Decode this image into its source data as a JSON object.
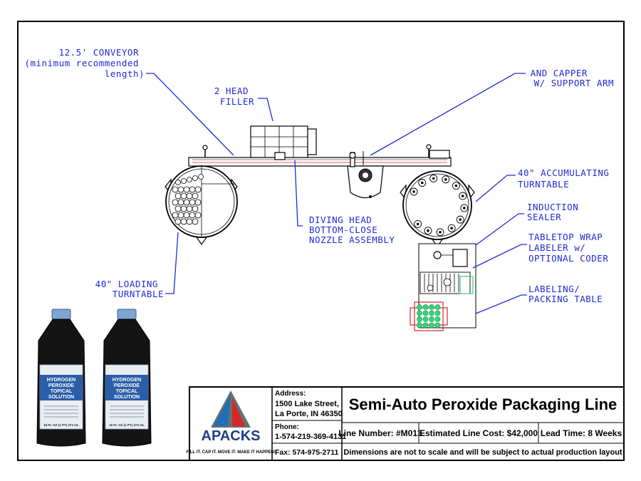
{
  "callouts": {
    "conveyor": [
      "12.5' CONVEYOR",
      "(minimum recommended",
      "length)"
    ],
    "filler": [
      "2 HEAD",
      "FILLER"
    ],
    "capper": [
      "AND CAPPER",
      "W/ SUPPORT ARM"
    ],
    "accumulating": [
      "40\" ACCUMULATING",
      "TURNTABLE"
    ],
    "diving": [
      "DIVING HEAD",
      "BOTTOM-CLOSE",
      "NOZZLE ASSEMBLY"
    ],
    "induction": [
      "INDUCTION",
      "SEALER"
    ],
    "labeler": [
      "TABLETOP WRAP",
      "LABELER w/",
      "OPTIONAL CODER"
    ],
    "loading": [
      "40\" LOADING",
      "TURNTABLE"
    ],
    "packing": [
      "LABELING/",
      "PACKING TABLE"
    ]
  },
  "product": {
    "label_lines": [
      "HYDROGEN",
      "PEROXIDE",
      "TOPICAL",
      "SOLUTION"
    ],
    "volume": "16 FL OZ (1 PT) 473 mL"
  },
  "title_block": {
    "logo_text": "APACKS",
    "tagline": "FILL IT. CAP IT. MOVE IT. MAKE IT HAPPEN!",
    "address_label": "Address:",
    "address_line1": "1500 Lake Street,",
    "address_line2": "La Porte, IN 46350",
    "phone_label": "Phone:",
    "phone": "1-574-219-369-4131",
    "fax": "Fax: 574-975-2711",
    "title": "Semi-Auto Peroxide Packaging Line",
    "line_number": "Line Number: #M013",
    "cost": "Estimated Line Cost:  $42,000",
    "lead_time": "Lead Time: 8 Weeks",
    "disclaimer": "Dimensions are not to scale and will be subject to actual production layout"
  },
  "colors": {
    "callout_blue": "#1f2bd6",
    "logo_blue": "#1f6fb5",
    "logo_red": "#d7262b",
    "logo_grey": "#6d6e70",
    "tray_green": "#37d37a",
    "tray_red": "#d7262b"
  }
}
